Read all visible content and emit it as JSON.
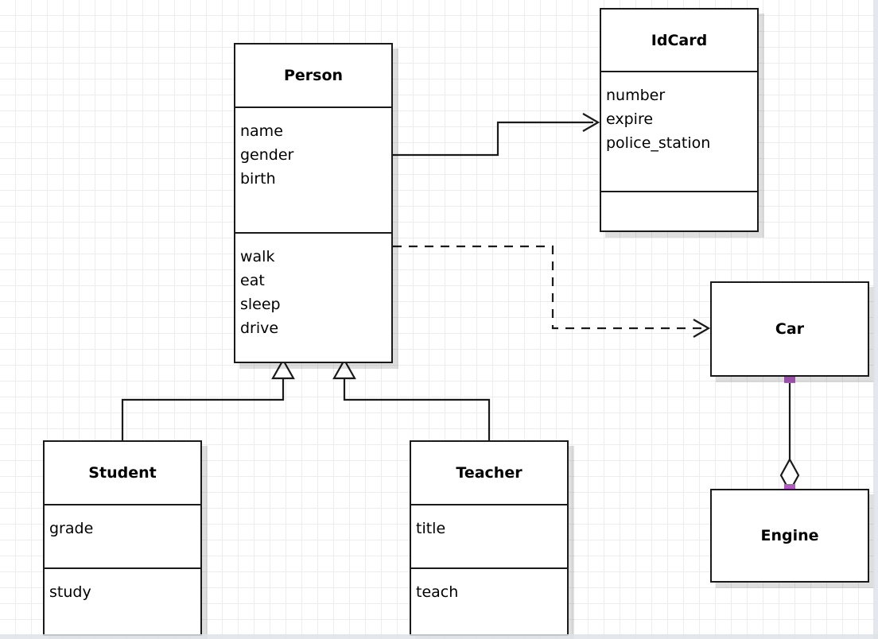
{
  "diagram": {
    "kind": "uml-class-diagram",
    "background": "#ffffff",
    "grid_color": "#ededed",
    "line_color": "#1a1a1a",
    "endpoint_marker_color": "#b05cc0"
  },
  "classes": {
    "person": {
      "name": "Person",
      "attributes": [
        "name",
        "gender",
        "birth"
      ],
      "methods": [
        "walk",
        "eat",
        "sleep",
        "drive"
      ]
    },
    "idcard": {
      "name": "IdCard",
      "attributes": [
        "number",
        "expire",
        "police_station"
      ],
      "methods": []
    },
    "car": {
      "name": "Car",
      "attributes": [],
      "methods": []
    },
    "engine": {
      "name": "Engine",
      "attributes": [],
      "methods": []
    },
    "student": {
      "name": "Student",
      "attributes": [
        "grade"
      ],
      "methods": [
        "study"
      ]
    },
    "teacher": {
      "name": "Teacher",
      "attributes": [
        "title"
      ],
      "methods": [
        "teach"
      ]
    }
  },
  "relations": [
    {
      "id": "person-idcard",
      "type": "association",
      "from": "Person",
      "to": "IdCard",
      "line": "solid",
      "arrowhead": "open"
    },
    {
      "id": "person-car",
      "type": "dependency",
      "from": "Person",
      "to": "Car",
      "line": "dashed",
      "arrowhead": "open"
    },
    {
      "id": "student-person",
      "type": "generalization",
      "from": "Student",
      "to": "Person",
      "line": "solid",
      "arrowhead": "hollow-triangle"
    },
    {
      "id": "teacher-person",
      "type": "generalization",
      "from": "Teacher",
      "to": "Person",
      "line": "solid",
      "arrowhead": "hollow-triangle"
    },
    {
      "id": "car-engine",
      "type": "aggregation",
      "from": "Car",
      "to": "Engine",
      "line": "solid",
      "arrowhead": "hollow-diamond"
    }
  ]
}
